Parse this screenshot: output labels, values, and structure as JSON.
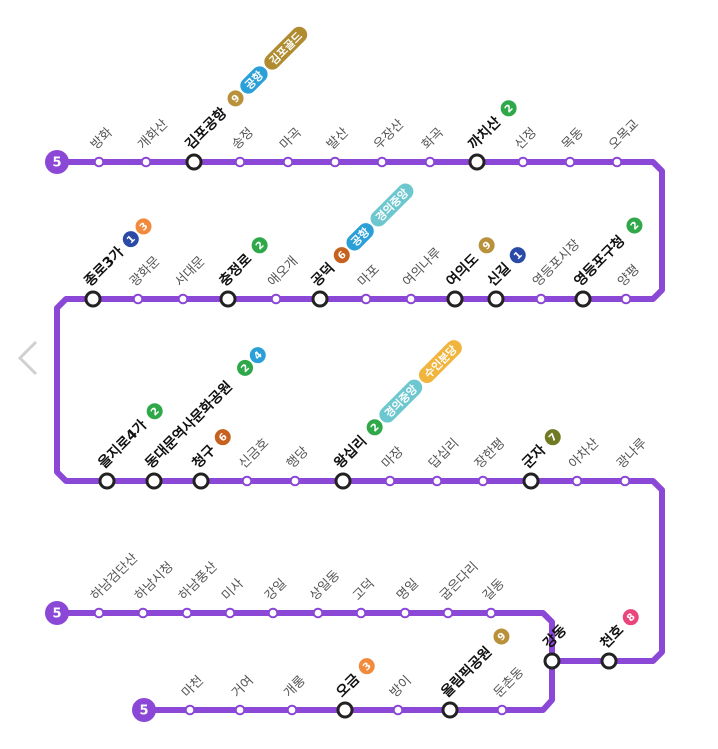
{
  "line": {
    "number": "5",
    "color": "#8b47d6"
  },
  "colors": {
    "1": "#2a4aa8",
    "2": "#2fa84a",
    "3": "#f28a3c",
    "4": "#2a9fd8",
    "6": "#c5621f",
    "7": "#6f7a22",
    "8": "#e8467c",
    "9": "#b8913a",
    "airport": "#2a9fd8",
    "gyeongui": "#6cc7cf",
    "suin": "#f1b43c",
    "gimpo": "#b08b2f"
  },
  "stations": [
    {
      "name": "방화",
      "transfer": false,
      "badges": []
    },
    {
      "name": "개화산",
      "transfer": false,
      "badges": []
    },
    {
      "name": "김포공항",
      "transfer": true,
      "badges": [
        {
          "t": "9",
          "c": "9"
        },
        {
          "t": "공항",
          "c": "airport",
          "p": 1
        },
        {
          "t": "김포골드",
          "c": "gimpo",
          "p": 1
        }
      ]
    },
    {
      "name": "송정",
      "transfer": false,
      "badges": []
    },
    {
      "name": "마곡",
      "transfer": false,
      "badges": []
    },
    {
      "name": "발산",
      "transfer": false,
      "badges": []
    },
    {
      "name": "우장산",
      "transfer": false,
      "badges": []
    },
    {
      "name": "화곡",
      "transfer": false,
      "badges": []
    },
    {
      "name": "까치산",
      "transfer": true,
      "badges": [
        {
          "t": "2",
          "c": "2"
        }
      ]
    },
    {
      "name": "신정",
      "transfer": false,
      "badges": []
    },
    {
      "name": "목동",
      "transfer": false,
      "badges": []
    },
    {
      "name": "오목교",
      "transfer": false,
      "badges": []
    },
    {
      "name": "양평",
      "transfer": false,
      "badges": []
    },
    {
      "name": "영등포구청",
      "transfer": true,
      "badges": [
        {
          "t": "2",
          "c": "2"
        }
      ]
    },
    {
      "name": "영등포시장",
      "transfer": false,
      "badges": []
    },
    {
      "name": "신길",
      "transfer": true,
      "badges": [
        {
          "t": "1",
          "c": "1"
        }
      ]
    },
    {
      "name": "여의도",
      "transfer": true,
      "badges": [
        {
          "t": "9",
          "c": "9"
        }
      ]
    },
    {
      "name": "여의나루",
      "transfer": false,
      "badges": []
    },
    {
      "name": "마포",
      "transfer": false,
      "badges": []
    },
    {
      "name": "공덕",
      "transfer": true,
      "badges": [
        {
          "t": "6",
          "c": "6"
        },
        {
          "t": "공항",
          "c": "airport",
          "p": 1
        },
        {
          "t": "경의중앙",
          "c": "gyeongui",
          "p": 1
        }
      ]
    },
    {
      "name": "애오개",
      "transfer": false,
      "badges": []
    },
    {
      "name": "충정로",
      "transfer": true,
      "badges": [
        {
          "t": "2",
          "c": "2"
        }
      ]
    },
    {
      "name": "서대문",
      "transfer": false,
      "badges": []
    },
    {
      "name": "광화문",
      "transfer": false,
      "badges": []
    },
    {
      "name": "종로3가",
      "transfer": true,
      "badges": [
        {
          "t": "1",
          "c": "1"
        },
        {
          "t": "3",
          "c": "3"
        }
      ]
    },
    {
      "name": "을지로4가",
      "transfer": true,
      "badges": [
        {
          "t": "2",
          "c": "2"
        }
      ]
    },
    {
      "name": "동대문역사문화공원",
      "transfer": true,
      "badges": [
        {
          "t": "2",
          "c": "2"
        },
        {
          "t": "4",
          "c": "4"
        }
      ]
    },
    {
      "name": "청구",
      "transfer": true,
      "badges": [
        {
          "t": "6",
          "c": "6"
        }
      ]
    },
    {
      "name": "신금호",
      "transfer": false,
      "badges": []
    },
    {
      "name": "행당",
      "transfer": false,
      "badges": []
    },
    {
      "name": "왕십리",
      "transfer": true,
      "badges": [
        {
          "t": "2",
          "c": "2"
        },
        {
          "t": "경의중앙",
          "c": "gyeongui",
          "p": 1
        },
        {
          "t": "수인분당",
          "c": "suin",
          "p": 1
        }
      ]
    },
    {
      "name": "마장",
      "transfer": false,
      "badges": []
    },
    {
      "name": "답십리",
      "transfer": false,
      "badges": []
    },
    {
      "name": "장한평",
      "transfer": false,
      "badges": []
    },
    {
      "name": "군자",
      "transfer": true,
      "badges": [
        {
          "t": "7",
          "c": "7"
        }
      ]
    },
    {
      "name": "아차산",
      "transfer": false,
      "badges": []
    },
    {
      "name": "광나루",
      "transfer": false,
      "badges": []
    },
    {
      "name": "천호",
      "transfer": true,
      "badges": [
        {
          "t": "8",
          "c": "8"
        }
      ]
    },
    {
      "name": "강동",
      "transfer": true,
      "badges": []
    },
    {
      "name": "하남검단산",
      "transfer": false,
      "badges": []
    },
    {
      "name": "하남시청",
      "transfer": false,
      "badges": []
    },
    {
      "name": "하남풍산",
      "transfer": false,
      "badges": []
    },
    {
      "name": "미사",
      "transfer": false,
      "badges": []
    },
    {
      "name": "강일",
      "transfer": false,
      "badges": []
    },
    {
      "name": "상일동",
      "transfer": false,
      "badges": []
    },
    {
      "name": "고덕",
      "transfer": false,
      "badges": []
    },
    {
      "name": "명일",
      "transfer": false,
      "badges": []
    },
    {
      "name": "굽은다리",
      "transfer": false,
      "badges": []
    },
    {
      "name": "길동",
      "transfer": false,
      "badges": []
    },
    {
      "name": "마천",
      "transfer": false,
      "badges": []
    },
    {
      "name": "거여",
      "transfer": false,
      "badges": []
    },
    {
      "name": "개롱",
      "transfer": false,
      "badges": []
    },
    {
      "name": "오금",
      "transfer": true,
      "badges": [
        {
          "t": "3",
          "c": "3"
        }
      ]
    },
    {
      "name": "방이",
      "transfer": false,
      "badges": []
    },
    {
      "name": "올림픽공원",
      "transfer": true,
      "badges": [
        {
          "t": "9",
          "c": "9"
        }
      ]
    },
    {
      "name": "둔촌동",
      "transfer": false,
      "badges": []
    }
  ]
}
